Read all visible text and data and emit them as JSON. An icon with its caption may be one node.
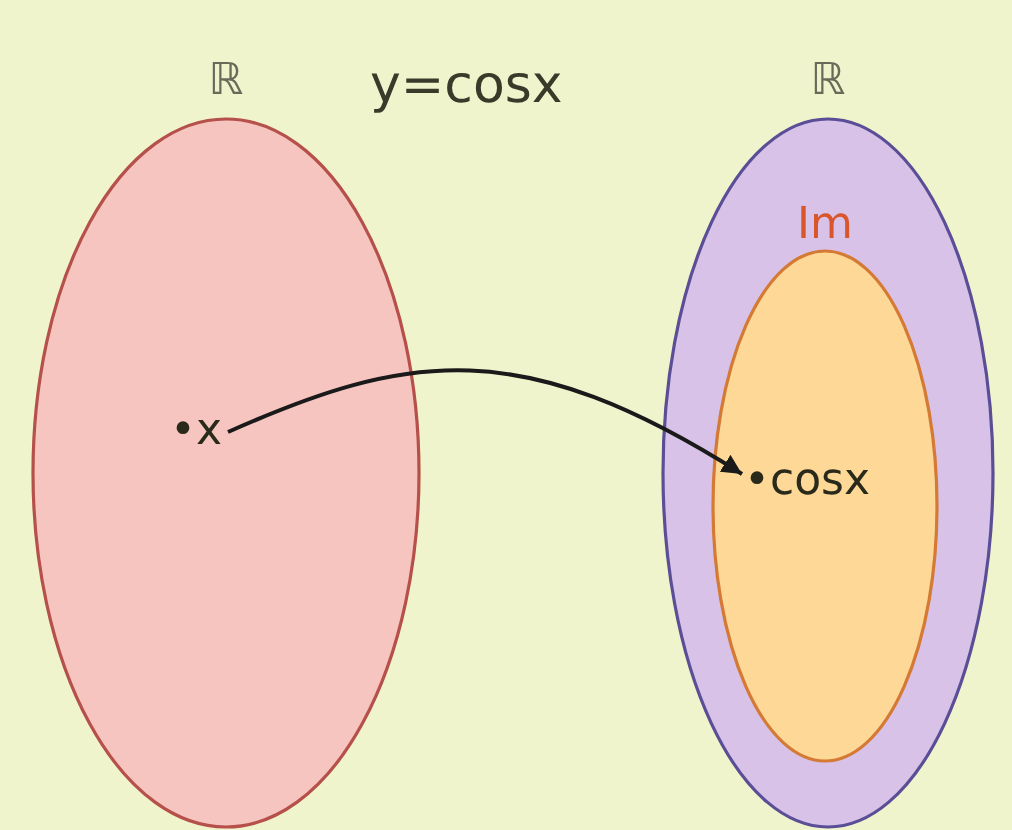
{
  "diagram": {
    "title": "y=cosx",
    "nodes": [
      {
        "text": [
          "ℝ"
        ]
      },
      {
        "text": [
          "ℝ"
        ]
      },
      {
        "text": [
          "Im"
        ],
        "in": 1
      },
      {
        "text": [
          "•x"
        ],
        "in": 0
      },
      {
        "text": [
          "•cosx"
        ],
        "in": 2
      }
    ],
    "edges": [
      {
        "from": 3,
        "to": 4,
        "arrow": "to"
      }
    ]
  }
}
